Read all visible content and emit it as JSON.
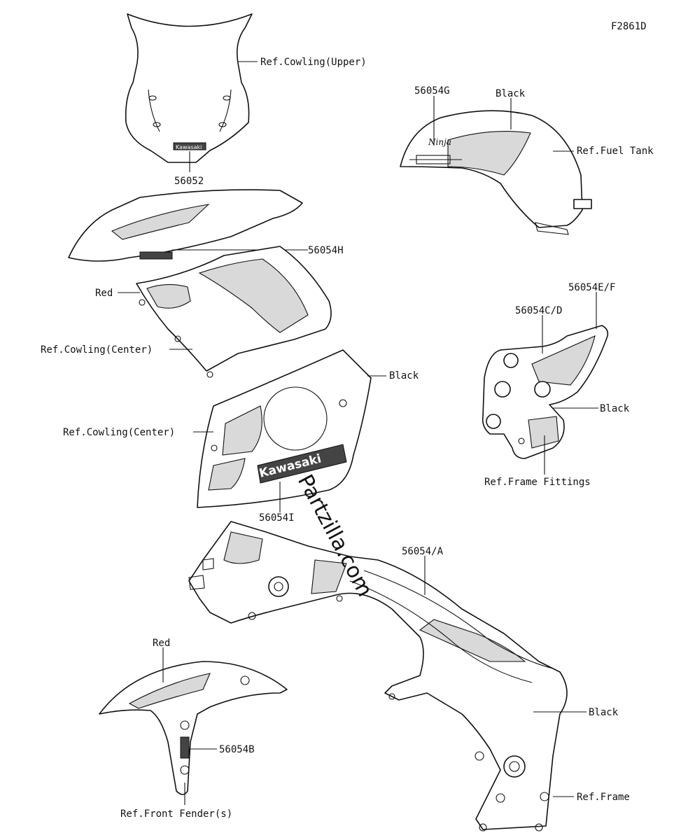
{
  "diagram_id": "F2861D",
  "watermark": "Partzilla.com",
  "labels": {
    "ref_cowling_upper": "Ref.Cowling(Upper)",
    "p56052": "56052",
    "p56054g": "56054G",
    "black_tank": "Black",
    "ref_fuel_tank": "Ref.Fuel Tank",
    "p56054h": "56054H",
    "red_cowl": "Red",
    "ref_cowling_center_1": "Ref.Cowling(Center)",
    "black_cowl": "Black",
    "ref_cowling_center_2": "Ref.Cowling(Center)",
    "p56054i": "56054I",
    "p56054ef": "56054E/F",
    "p56054cd": "56054C/D",
    "black_fitting": "Black",
    "ref_frame_fittings": "Ref.Frame Fittings",
    "p56054a": "56054/A",
    "red_fender": "Red",
    "p56054b": "56054B",
    "ref_front_fender": "Ref.Front Fender(s)",
    "black_frame": "Black",
    "ref_frame": "Ref.Frame"
  },
  "decals": {
    "windscreen_logo": "Kawasaki",
    "tank_logo": "Ninja",
    "side_logo": "Kawasaki"
  }
}
